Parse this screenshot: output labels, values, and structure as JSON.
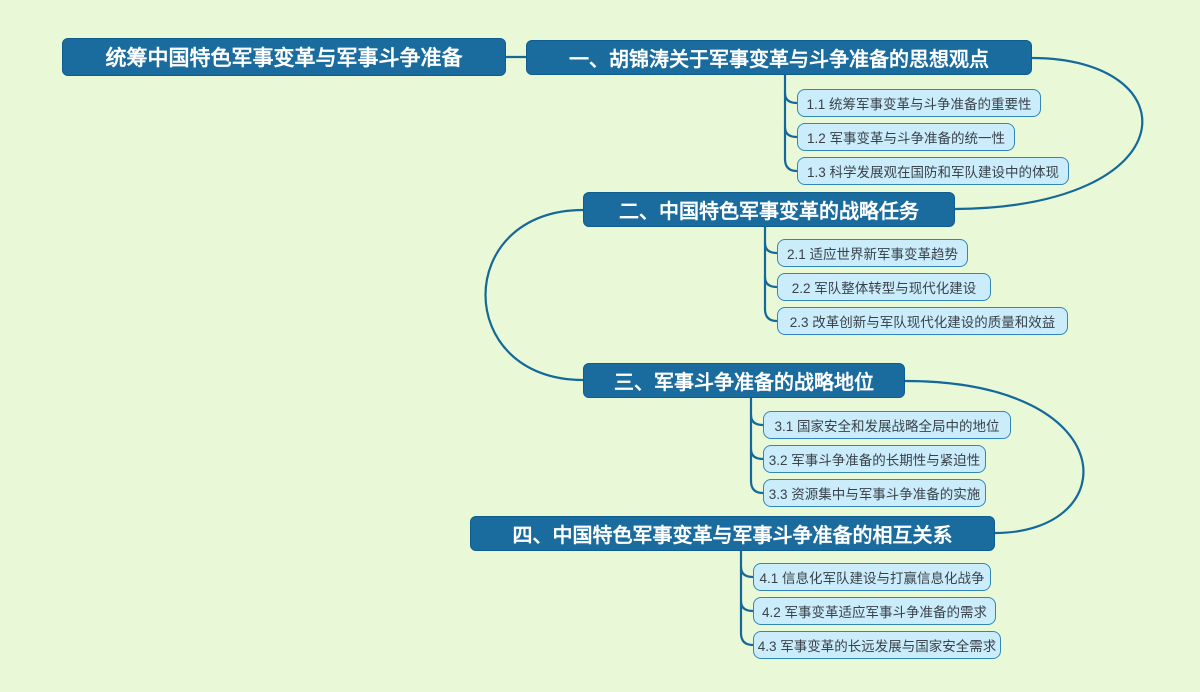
{
  "colors": {
    "background": "#e9f8d6",
    "topic_fill": "#1a6b9e",
    "topic_border": "#0d5d8e",
    "topic_text": "#ffffff",
    "subtopic_fill": "#cbecfb",
    "subtopic_border": "#3087b8",
    "subtopic_text": "#39424a",
    "connector": "#14689a"
  },
  "root": {
    "label": "统筹中国特色军事变革与军事斗争准备"
  },
  "branches": [
    {
      "label": "一、胡锦涛关于军事变革与斗争准备的思想观点",
      "children": [
        "1.1 统筹军事变革与斗争准备的重要性",
        "1.2 军事变革与斗争准备的统一性",
        "1.3 科学发展观在国防和军队建设中的体现"
      ]
    },
    {
      "label": "二、中国特色军事变革的战略任务",
      "children": [
        "2.1 适应世界新军事变革趋势",
        "2.2 军队整体转型与现代化建设",
        "2.3 改革创新与军队现代化建设的质量和效益"
      ]
    },
    {
      "label": "三、军事斗争准备的战略地位",
      "children": [
        "3.1 国家安全和发展战略全局中的地位",
        "3.2 军事斗争准备的长期性与紧迫性",
        "3.3 资源集中与军事斗争准备的实施"
      ]
    },
    {
      "label": "四、中国特色军事变革与军事斗争准备的相互关系",
      "children": [
        "4.1 信息化军队建设与打赢信息化战争",
        "4.2 军事变革适应军事斗争准备的需求",
        "4.3 军事变革的长远发展与国家安全需求"
      ]
    }
  ]
}
